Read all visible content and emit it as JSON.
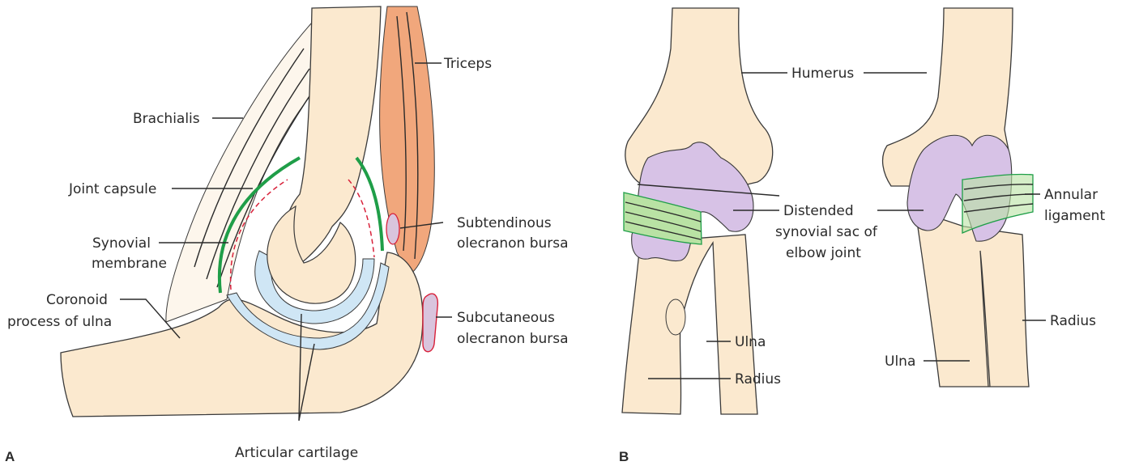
{
  "panels": {
    "a": "A",
    "b": "B"
  },
  "labels_a": {
    "triceps": "Triceps",
    "brachialis": "Brachialis",
    "joint_capsule": "Joint capsule",
    "synovial_1": "Synovial",
    "synovial_2": "membrane",
    "coronoid_1": "Coronoid",
    "coronoid_2": "process of ulna",
    "subtendinous_1": "Subtendinous",
    "subtendinous_2": "olecranon bursa",
    "subcutaneous_1": "Subcutaneous",
    "subcutaneous_2": "olecranon bursa",
    "articular_cartilage": "Articular cartilage"
  },
  "labels_b": {
    "humerus": "Humerus",
    "distended_1": "Distended",
    "distended_2": "synovial sac of",
    "distended_3": "elbow joint",
    "annular_1": "Annular",
    "annular_2": "ligament",
    "ulna_left": "Ulna",
    "radius_left": "Radius",
    "radius_right": "Radius",
    "ulna_right": "Ulna"
  },
  "colors": {
    "bone": "#fbe9cf",
    "bone_shadow": "#eccfa6",
    "muscle": "#f1a77c",
    "cartilage": "#cfe6f5",
    "capsule": "#1f9e48",
    "synovial": "#d8213a",
    "bursa": "#d9c4dd",
    "synovial_sac": "#d7c2e6",
    "ligament": "#b9e2a4",
    "outline": "#3a3a3a"
  }
}
